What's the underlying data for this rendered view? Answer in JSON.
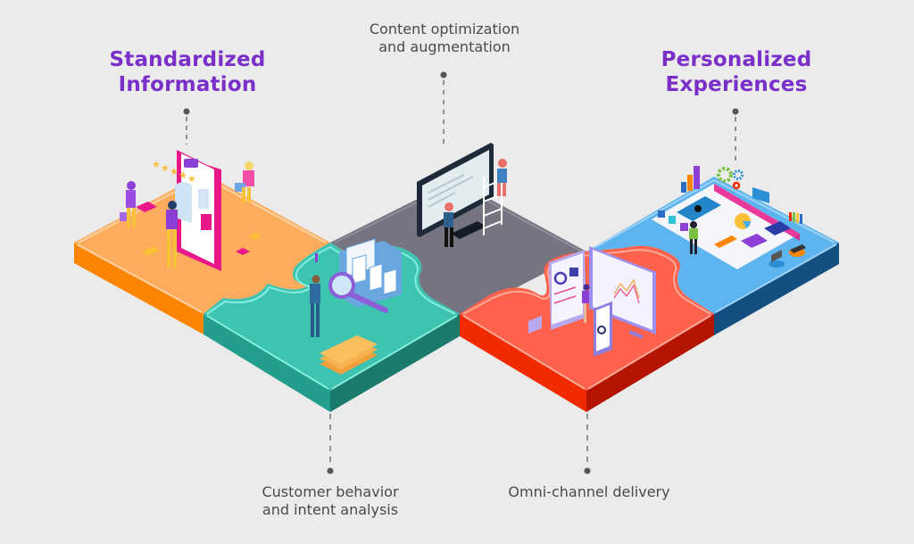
{
  "diagram": {
    "title": "Puzzle of content personalization stages",
    "stages": [
      {
        "id": "standardized",
        "label_line1": "Standardized",
        "label_line2": "Information",
        "emphasis": "primary",
        "color_top": "#fdab5c",
        "color_side": "#fb8500",
        "color_side_dark": "#e16f00"
      },
      {
        "id": "customer",
        "label_line1": "Customer behavior",
        "label_line2": "and intent analysis",
        "emphasis": "secondary",
        "color_top": "#3fc3b1",
        "color_side": "#239e8c",
        "color_side_dark": "#1a7a6c"
      },
      {
        "id": "content",
        "label_line1": "Content optimization",
        "label_line2": "and augmentation",
        "emphasis": "secondary",
        "color_top": "#767480",
        "color_side": "#5a5863",
        "color_side_dark": "#45434c"
      },
      {
        "id": "omni",
        "label_line1": "Omni-channel delivery",
        "label_line2": "",
        "emphasis": "secondary",
        "color_top": "#fe624c",
        "color_side": "#f12a00",
        "color_side_dark": "#b31500"
      },
      {
        "id": "personalized",
        "label_line1": "Personalized",
        "label_line2": "Experiences",
        "emphasis": "primary",
        "color_top": "#5eb4ee",
        "color_side": "#134f80",
        "color_side_dark": "#0f3f68"
      }
    ],
    "accent_color": "#7b2fc9",
    "connector_color": "#555555"
  }
}
